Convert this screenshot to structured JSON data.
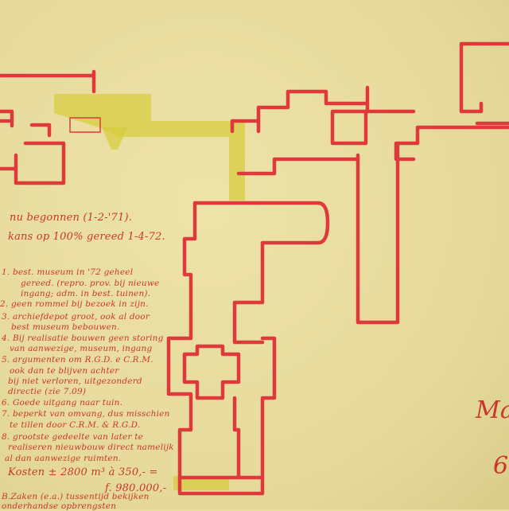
{
  "notes": {
    "line1": "nu begonnen (1-2-'71).",
    "line2": "kans op 100% gereed 1-4-72.",
    "items": [
      "1. best. museum in '72 geheel",
      "gereed. (repro. prov. bij nieuwe",
      "ingang; adm. in best. tuinen).",
      "2. geen rommel bij bezoek in zijn.",
      "3. archiefdepot groot, ook al door",
      "best museum bebouwen.",
      "4. Bij realisatie bouwen geen storing",
      "van aanwezige, museum, ingang",
      "5. argumenten om R.G.D. e C.R.M.",
      "ook dan te blijven achter",
      "bij niet verloren, uitgezonderd",
      "directie (zie 7.09)",
      "6. Goede uitgang naar tuin.",
      "7. beperkt van omvang, dus misschien",
      "te tillen door C.R.M. & R.G.D.",
      "8. grootste gedeelte van later te",
      "realiseren nieuwbouw direct namelijk",
      "al dan aanwezige ruimten."
    ],
    "costs": "Kosten ± 2800 m³ à 350,- =",
    "total": "f. 980.000,-",
    "footer1": "B.Zaken (e.a.) tussentijd bekijken",
    "footer2": "onderhandse opbrengsten"
  },
  "right_text": {
    "top": "Ma",
    "bottom": "6"
  },
  "colors": {
    "ink": "#de3a3c",
    "highlight": "#d8cf3c",
    "paper": "#e9dea0"
  }
}
